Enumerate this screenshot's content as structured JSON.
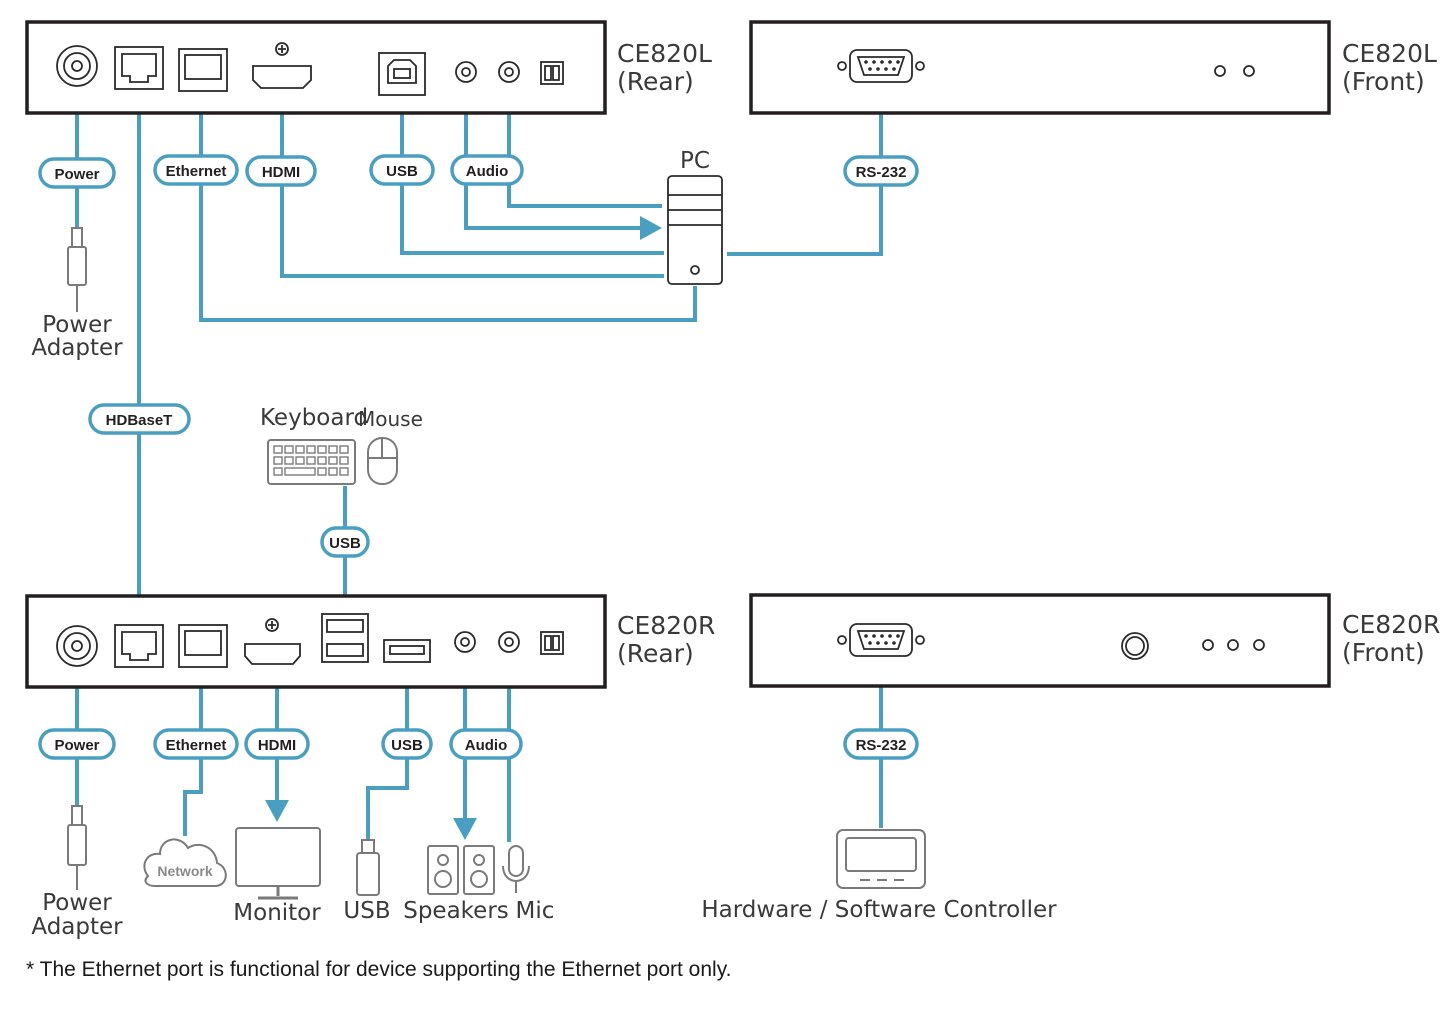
{
  "devices": {
    "local_rear": {
      "name": "CE820L",
      "side": "(Rear)"
    },
    "local_front": {
      "name": "CE820L",
      "side": "(Front)"
    },
    "remote_rear": {
      "name": "CE820R",
      "side": "(Rear)"
    },
    "remote_front": {
      "name": "CE820R",
      "side": "(Front)"
    }
  },
  "cables": {
    "top_power": "Power",
    "top_ethernet": "Ethernet",
    "top_hdmi": "HDMI",
    "top_usb": "USB",
    "top_audio": "Audio",
    "top_rs232": "RS-232",
    "hdbaset": "HDBaseT",
    "kbm_usb": "USB",
    "bot_power": "Power",
    "bot_ethernet": "Ethernet",
    "bot_hdmi": "HDMI",
    "bot_usb": "USB",
    "bot_audio": "Audio",
    "bot_rs232": "RS-232"
  },
  "labels": {
    "pc": "PC",
    "top_power_adapter_1": "Power",
    "top_power_adapter_2": "Adapter",
    "keyboard": "Keyboard",
    "mouse": "Mouse",
    "bot_power_adapter_1": "Power",
    "bot_power_adapter_2": "Adapter",
    "network": "Network",
    "monitor": "Monitor",
    "usb": "USB",
    "speakers": "Speakers",
    "mic": "Mic",
    "controller": "Hardware / Software Controller"
  },
  "footnote": "* The Ethernet port is functional for device supporting the Ethernet port only.",
  "colors": {
    "cable": "#4a9fc0",
    "device_outline": "#231f20",
    "text": "#3a3a3a"
  }
}
